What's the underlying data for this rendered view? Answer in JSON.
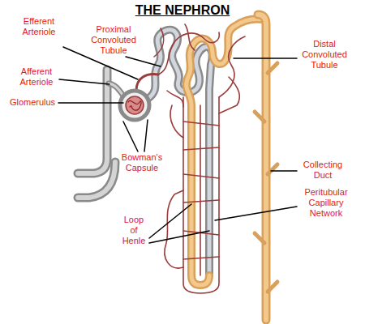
{
  "diagram": {
    "title": "THE NEPHRON",
    "labels": [
      "Efferent Arteriole",
      "Proximal Convoluted Tubule",
      "Distal Convoluted Tubule",
      "Afferent Arteriole",
      "Glomerulus",
      "Bowman's Capsule",
      "Collecting Duct",
      "Peritubular Capillary Network",
      "Loop of Henle"
    ]
  }
}
